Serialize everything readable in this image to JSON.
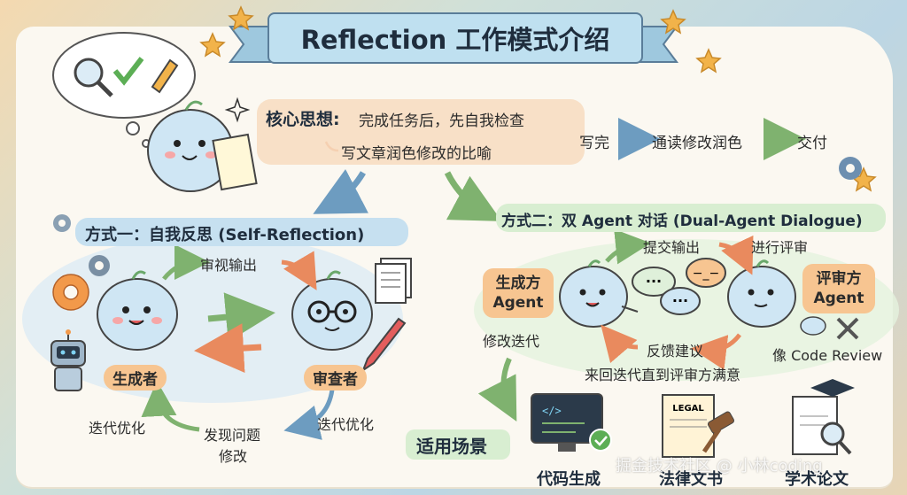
{
  "title": "Reflection 工作模式介绍",
  "core": {
    "label": "核心思想:",
    "text": "完成任务后，先自我检查",
    "metaphor": "写文章润色修改的比喻",
    "flow": [
      "写完",
      "通读修改润色",
      "交付"
    ]
  },
  "mode1": {
    "header": "方式一：自我反思 (Self-Reflection)",
    "generator": "生成者",
    "reviewer": "审查者",
    "step_review": "审视输出",
    "step_iterate_left": "迭代优化",
    "step_find": "发现问题",
    "step_modify": "修改",
    "step_iterate_right": "迭代优化"
  },
  "mode2": {
    "header": "方式二：双 Agent 对话 (Dual-Agent Dialogue)",
    "gen_agent_line1": "生成方",
    "gen_agent_line2": "Agent",
    "rev_agent_line1": "评审方",
    "rev_agent_line2": "Agent",
    "submit": "提交输出",
    "review": "进行评审",
    "feedback": "反馈建议",
    "modify_iterate": "修改迭代",
    "code_review": "像 Code Review",
    "loop_note": "来回迭代直到评审方满意"
  },
  "scenarios": {
    "header": "适用场景",
    "items": [
      "代码生成",
      "法律文书",
      "学术论文"
    ],
    "legal_doc_label": "LEGAL"
  },
  "watermark": "掘金技术社区 @ 小林coding",
  "colors": {
    "title_bg": "#bfe0f0",
    "blue_band": "#c6e0f0",
    "green_band": "#d8eed1",
    "orange_badge": "#f7c591",
    "arrow_green": "#7fb26f",
    "arrow_orange": "#e98a5e",
    "arrow_blue": "#6d9cc0"
  }
}
